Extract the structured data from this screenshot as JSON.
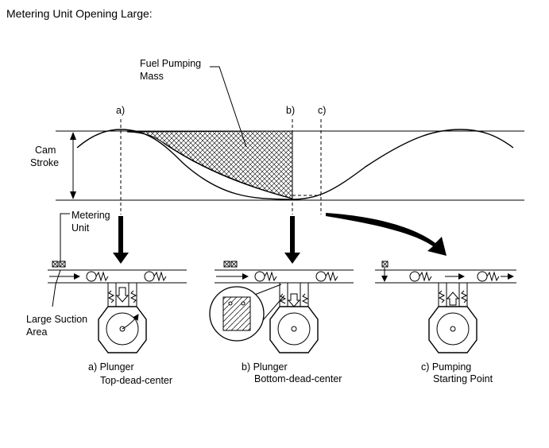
{
  "title": "Metering Unit Opening Large:",
  "labels": {
    "fuel_pumping_line1": "Fuel Pumping",
    "fuel_pumping_line2": "Mass",
    "cam_line1": "Cam",
    "cam_line2": "Stroke",
    "marker_a": "a)",
    "marker_b": "b)",
    "marker_c": "c)",
    "metering_line1": "Metering",
    "metering_line2": "Unit",
    "suction_line1": "Large Suction",
    "suction_line2": "Area"
  },
  "captions": {
    "a_line1": "a) Plunger",
    "a_line2": "Top-dead-center",
    "b_line1": "b) Plunger",
    "b_line2": "Bottom-dead-center",
    "c_line1": "c) Pumping",
    "c_line2": "Starting Point"
  }
}
